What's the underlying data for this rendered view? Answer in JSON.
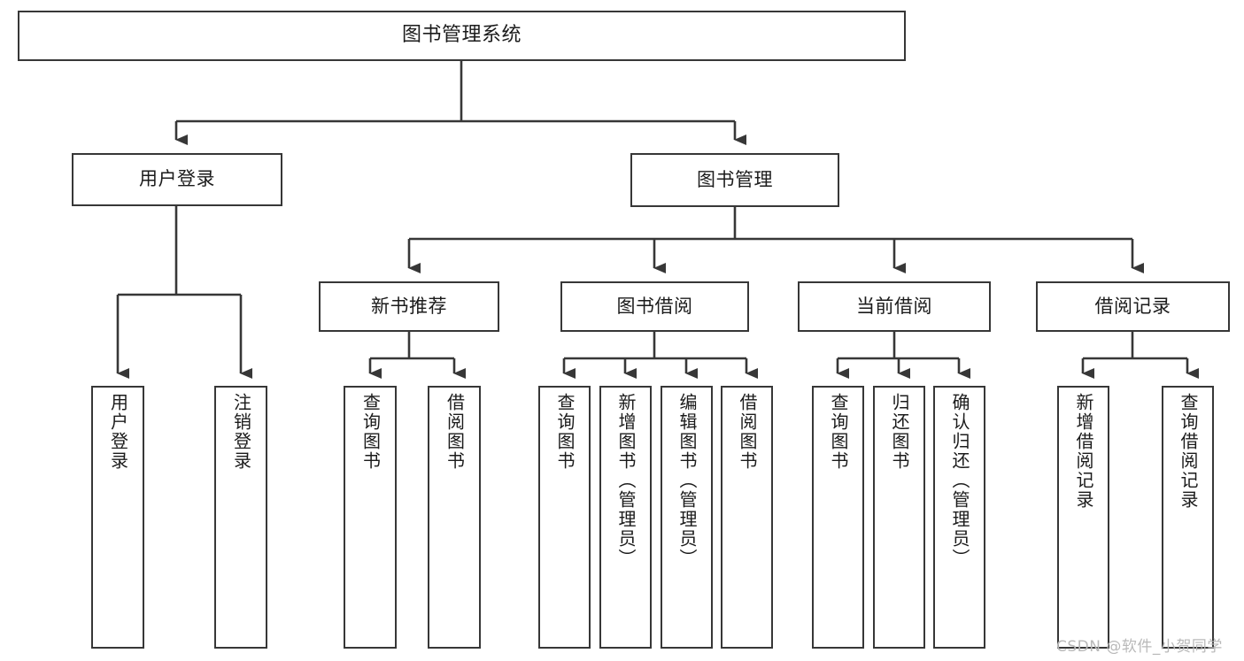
{
  "diagram": {
    "title": "图书管理系统",
    "type": "function-structure-tree",
    "background_color": "#ffffff",
    "line_color": "#373737",
    "text_color": "#1b1b1b"
  },
  "nodes": {
    "root": {
      "label": "图书管理系统"
    },
    "level1": [
      {
        "id": "user-login",
        "label": "用户登录"
      },
      {
        "id": "book-manage",
        "label": "图书管理"
      }
    ],
    "level2": [
      {
        "id": "new-book-recommend",
        "label": "新书推荐"
      },
      {
        "id": "book-borrow",
        "label": "图书借阅"
      },
      {
        "id": "current-borrow",
        "label": "当前借阅"
      },
      {
        "id": "borrow-record",
        "label": "借阅记录"
      }
    ],
    "leaves": {
      "user_login": [
        {
          "id": "leaf-user-login",
          "label": "用户登录"
        },
        {
          "id": "leaf-user-logout",
          "label": "注销登录"
        }
      ],
      "new_book_recommend": [
        {
          "id": "leaf-query-book-1",
          "label": "查询图书"
        },
        {
          "id": "leaf-borrow-book-1",
          "label": "借阅图书"
        }
      ],
      "book_borrow": [
        {
          "id": "leaf-query-book-2",
          "label": "查询图书"
        },
        {
          "id": "leaf-add-book",
          "label": "新增图书（管理员）"
        },
        {
          "id": "leaf-edit-book",
          "label": "编辑图书（管理员）"
        },
        {
          "id": "leaf-borrow-book-2",
          "label": "借阅图书"
        }
      ],
      "current_borrow": [
        {
          "id": "leaf-query-book-3",
          "label": "查询图书"
        },
        {
          "id": "leaf-return-book",
          "label": "归还图书"
        },
        {
          "id": "leaf-confirm-return",
          "label": "确认归还（管理员）"
        }
      ],
      "borrow_record": [
        {
          "id": "leaf-add-record",
          "label": "新增借阅记录"
        },
        {
          "id": "leaf-query-record",
          "label": "查询借阅记录"
        }
      ]
    }
  },
  "watermark": {
    "text": "CSDN @软件_小贺同学"
  }
}
